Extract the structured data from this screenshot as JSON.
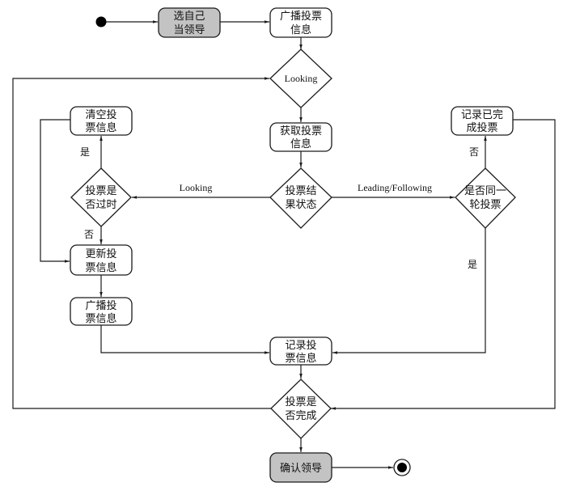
{
  "diagram": {
    "type": "uml-activity-diagram",
    "colors": {
      "highlight_fill": "#c3c3c3",
      "normal_fill": "#ffffff",
      "stroke": "#1a1a1a"
    },
    "nodes": {
      "start": {
        "kind": "initial"
      },
      "self_leader": {
        "kind": "action",
        "highlight": true,
        "lines": [
          "选自己",
          "当领导"
        ]
      },
      "broadcast_top": {
        "kind": "action",
        "lines": [
          "广播投票",
          "信息"
        ]
      },
      "looking": {
        "kind": "decision",
        "lines": [
          "Looking"
        ]
      },
      "get_vote": {
        "kind": "action",
        "lines": [
          "获取投票",
          "信息"
        ]
      },
      "vote_state": {
        "kind": "decision",
        "lines": [
          "投票结",
          "果状态"
        ]
      },
      "expired": {
        "kind": "decision",
        "lines": [
          "投票是",
          "否过时"
        ]
      },
      "clear_vote": {
        "kind": "action",
        "lines": [
          "清空投",
          "票信息"
        ]
      },
      "update_vote": {
        "kind": "action",
        "lines": [
          "更新投",
          "票信息"
        ]
      },
      "broadcast_left": {
        "kind": "action",
        "lines": [
          "广播投",
          "票信息"
        ]
      },
      "same_round": {
        "kind": "decision",
        "lines": [
          "是否同一",
          "轮投票"
        ]
      },
      "record_done": {
        "kind": "action",
        "lines": [
          "记录已完",
          "成投票"
        ]
      },
      "record_vote": {
        "kind": "action",
        "lines": [
          "记录投",
          "票信息"
        ]
      },
      "vote_complete": {
        "kind": "decision",
        "lines": [
          "投票是",
          "否完成"
        ]
      },
      "confirm_leader": {
        "kind": "action",
        "highlight": true,
        "lines": [
          "确认领导"
        ]
      },
      "end": {
        "kind": "final"
      }
    },
    "edges": [
      {
        "from": "start",
        "to": "self_leader",
        "label": ""
      },
      {
        "from": "self_leader",
        "to": "broadcast_top",
        "label": ""
      },
      {
        "from": "broadcast_top",
        "to": "looking",
        "label": ""
      },
      {
        "from": "looking",
        "to": "get_vote",
        "label": ""
      },
      {
        "from": "get_vote",
        "to": "vote_state",
        "label": ""
      },
      {
        "from": "vote_state",
        "to": "expired",
        "label": "Looking"
      },
      {
        "from": "vote_state",
        "to": "same_round",
        "label": "Leading/Following"
      },
      {
        "from": "expired",
        "to": "clear_vote",
        "label": "是"
      },
      {
        "from": "expired",
        "to": "update_vote",
        "label": "否"
      },
      {
        "from": "clear_vote",
        "to": "update_vote",
        "label": ""
      },
      {
        "from": "update_vote",
        "to": "broadcast_left",
        "label": ""
      },
      {
        "from": "broadcast_left",
        "to": "record_vote",
        "label": ""
      },
      {
        "from": "same_round",
        "to": "record_done",
        "label": "否"
      },
      {
        "from": "same_round",
        "to": "record_vote",
        "label": "是"
      },
      {
        "from": "record_done",
        "to": "vote_complete",
        "label": ""
      },
      {
        "from": "record_vote",
        "to": "vote_complete",
        "label": ""
      },
      {
        "from": "vote_complete",
        "to": "looking",
        "label": ""
      },
      {
        "from": "vote_complete",
        "to": "confirm_leader",
        "label": ""
      },
      {
        "from": "confirm_leader",
        "to": "end",
        "label": ""
      }
    ],
    "edge_labels": {
      "looking": "Looking",
      "leading_following": "Leading/Following",
      "yes_left": "是",
      "no_left": "否",
      "no_right": "否",
      "yes_right": "是"
    }
  }
}
